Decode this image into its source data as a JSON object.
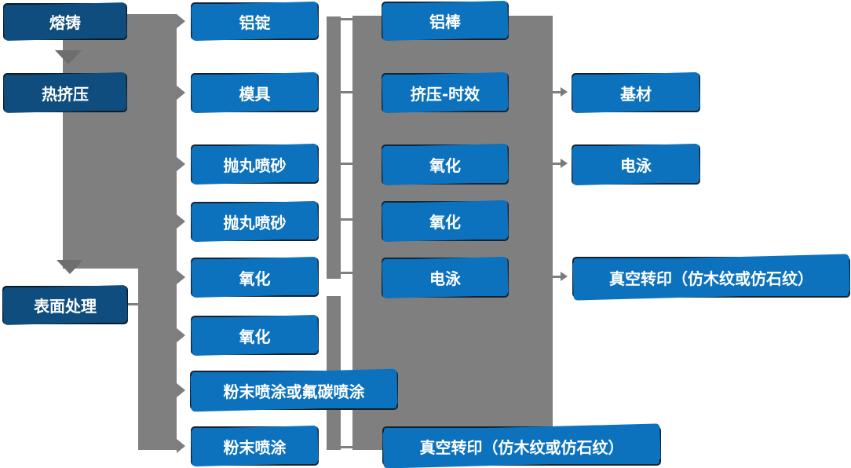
{
  "diagram_type": "flowchart",
  "language": "zh-CN",
  "colors": {
    "node_blue": "#0c72bd",
    "node_navy": "#0e4d7d",
    "node_border": "#142231",
    "connector_gray": "#7f7f7f",
    "arrow_dark_gray": "#6e6e6e",
    "text": "#ffffff",
    "background": "#ffffff"
  },
  "nodes": {
    "melting": "熔铸",
    "hot_extrusion": "热挤压",
    "surface_treatment": "表面处理",
    "aluminum_ingot": "铝锭",
    "mold": "模具",
    "shot_blasting_1": "抛丸喷砂",
    "shot_blasting_2": "抛丸喷砂",
    "oxidation_1": "氧化",
    "oxidation_2": "氧化",
    "powder_or_fluorocarbon": "粉末喷涂或氟碳喷涂",
    "powder_coating": "粉末喷涂",
    "aluminum_rod": "铝棒",
    "extrusion_aging": "挤压-时效",
    "oxidation_3": "氧化",
    "oxidation_4": "氧化",
    "electrophoresis_1": "电泳",
    "base_material": "基材",
    "electrophoresis_2": "电泳",
    "vacuum_transfer_1": "真空转印（仿木纹或仿石纹）",
    "vacuum_transfer_2": "真空转印（仿木纹或仿石纹）"
  }
}
